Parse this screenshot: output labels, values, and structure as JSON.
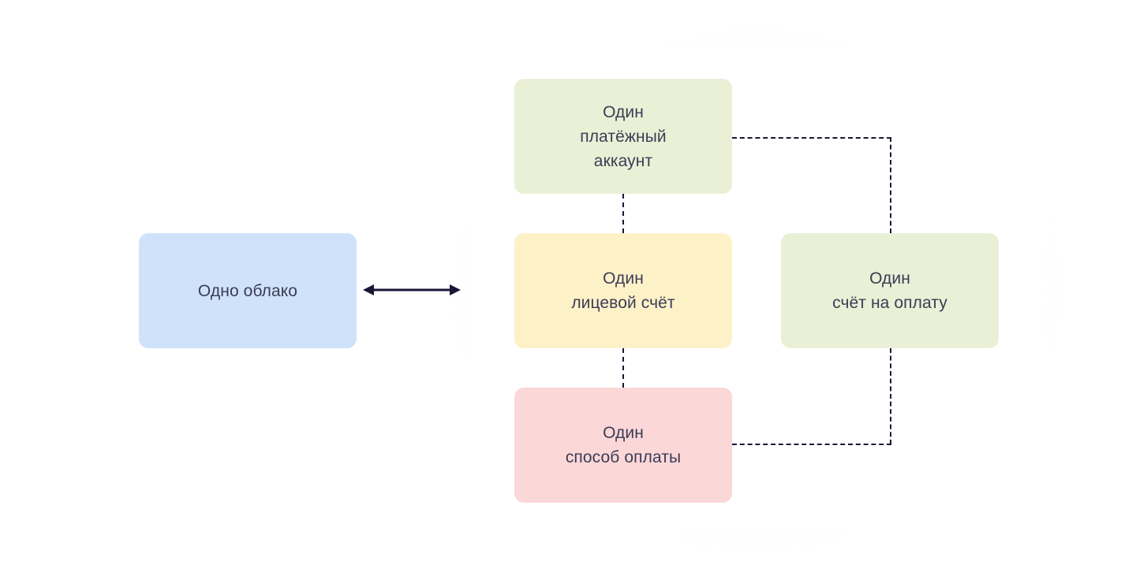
{
  "diagram": {
    "title_text": "",
    "colors": {
      "page_background": "#ffffff",
      "panel_background": "#ffffff",
      "panel_glow": "#cde2fa",
      "text": "#3c3c55",
      "connector": "#1b1535",
      "cloud_box": "#cfe2fa",
      "account_box": "#e9f0d6",
      "invoice_box": "#e9f0d6",
      "ls_box": "#fdf1c8",
      "payment_box": "#fbd7d8"
    },
    "nodes": [
      {
        "id": "cloud",
        "label": "Одно облако",
        "color": "#cfe2fa"
      },
      {
        "id": "payment-account",
        "label": "Один\nплатёжный\nаккаунт",
        "color": "#e9f0d6"
      },
      {
        "id": "personal-account",
        "label": "Один\nлицевой счёт",
        "color": "#fdf1c8"
      },
      {
        "id": "payment-method",
        "label": "Один\nспособ оплаты",
        "color": "#fbd7d8"
      },
      {
        "id": "invoice",
        "label": "Один\nсчёт на оплату",
        "color": "#e9f0d6"
      }
    ],
    "connectors": [
      {
        "id": "cloud-to-panel",
        "from": "cloud",
        "to": "panel",
        "style": "solid",
        "arrows": "both"
      },
      {
        "id": "account-to-personal-account",
        "from": "payment-account",
        "to": "personal-account",
        "style": "dashed",
        "arrows": "none"
      },
      {
        "id": "personal-account-to-payment-method",
        "from": "personal-account",
        "to": "payment-method",
        "style": "dashed",
        "arrows": "none"
      },
      {
        "id": "account-to-invoice",
        "from": "payment-account",
        "to": "invoice",
        "style": "dashed",
        "arrows": "none"
      },
      {
        "id": "invoice-to-payment-method",
        "from": "invoice",
        "to": "payment-method",
        "style": "dashed",
        "arrows": "none"
      }
    ]
  }
}
